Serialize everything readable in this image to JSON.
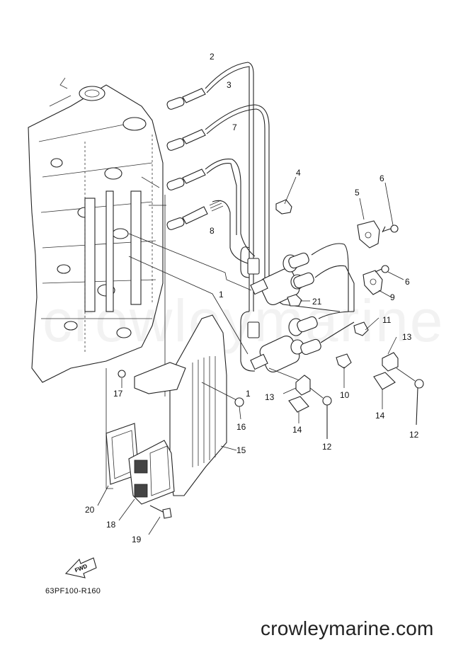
{
  "diagram_code": "63PF100-R160",
  "site": "crowleymarine.com",
  "watermark_text": "crowleymarine",
  "fwd_label": "FWD",
  "callouts": [
    {
      "id": "c2",
      "text": "2"
    },
    {
      "id": "c3",
      "text": "3"
    },
    {
      "id": "c7",
      "text": "7"
    },
    {
      "id": "c8",
      "text": "8"
    },
    {
      "id": "c4",
      "text": "4"
    },
    {
      "id": "c5",
      "text": "5"
    },
    {
      "id": "c6a",
      "text": "6"
    },
    {
      "id": "c6b",
      "text": "6"
    },
    {
      "id": "c9",
      "text": "9"
    },
    {
      "id": "c1a",
      "text": "1"
    },
    {
      "id": "c21",
      "text": "21"
    },
    {
      "id": "c11",
      "text": "11"
    },
    {
      "id": "c13a",
      "text": "13"
    },
    {
      "id": "c13b",
      "text": "13"
    },
    {
      "id": "c10",
      "text": "10"
    },
    {
      "id": "c1b",
      "text": "1"
    },
    {
      "id": "c14a",
      "text": "14"
    },
    {
      "id": "c14b",
      "text": "14"
    },
    {
      "id": "c12a",
      "text": "12"
    },
    {
      "id": "c12b",
      "text": "12"
    },
    {
      "id": "c17",
      "text": "17"
    },
    {
      "id": "c16",
      "text": "16"
    },
    {
      "id": "c15",
      "text": "15"
    },
    {
      "id": "c20",
      "text": "20"
    },
    {
      "id": "c18",
      "text": "18"
    },
    {
      "id": "c19",
      "text": "19"
    }
  ]
}
